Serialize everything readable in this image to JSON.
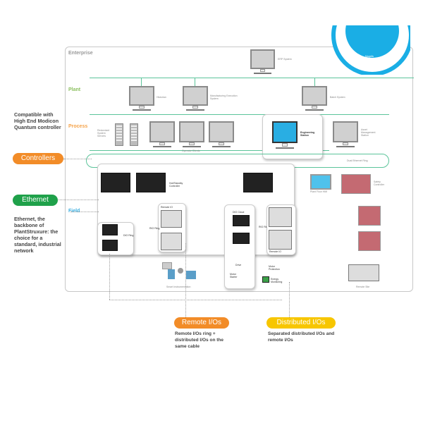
{
  "levels": {
    "enterprise": "Enterprise",
    "plant": "Plant",
    "process": "Process",
    "field": "Field"
  },
  "colors": {
    "green_network": "#5bc49a",
    "orange": "#f28c28",
    "green_pill": "#1fa14a",
    "yellow": "#f7c600",
    "cyan": "#1aaee5",
    "plant_label": "#8cc060",
    "process_label": "#f5a34a",
    "field_label": "#3aaee0"
  },
  "devices": {
    "erp": "ERP System",
    "historian": "Historian",
    "mes": "Manufacturing Execution System",
    "batch": "Batch System",
    "redundant_servers": "Redundant System Servers",
    "operator_clients": "Operator Clients",
    "engineering": "Engineering Station",
    "asset_mgmt": "Asset Management Station",
    "hot_standby": "Hot/Standby Controller",
    "remote_io_1": "Remote IO",
    "dio_ring": "DIO Ring",
    "rio_ring": "RIO Ring",
    "dio_cloud": "DIO Cloud",
    "remote_io_2": "Remote IO",
    "drive": "Drive",
    "motor_starter": "Motor Starter",
    "motor_protection": "Motor Protection",
    "energy_monitoring": "Energy Monitoring",
    "smart_instr": "Smart Instrumentation",
    "plant_floor_hmi": "Plant Floor HMI",
    "safety_controller": "Safety Controller",
    "remote_site": "Remote Site",
    "ethernet_ring": "Dual Ethernet Ring",
    "badge": "Magelis"
  },
  "sidebar": {
    "compatible": "Compatible with High End Modicon Quantum controller",
    "controllers": "Controllers",
    "ethernet": "Ethernet",
    "ethernet_desc": "Ethernet, the backbone of PlantStruxure: the choice for a standard, industrial network"
  },
  "bottom": {
    "remote_ios": "Remote I/Os",
    "remote_ios_desc": "Remote I/Os ring + distributed I/Os on the same cable",
    "distributed_ios": "Distributed I/Os",
    "distributed_ios_desc": "Separated distributed I/Os and remote I/Os"
  }
}
